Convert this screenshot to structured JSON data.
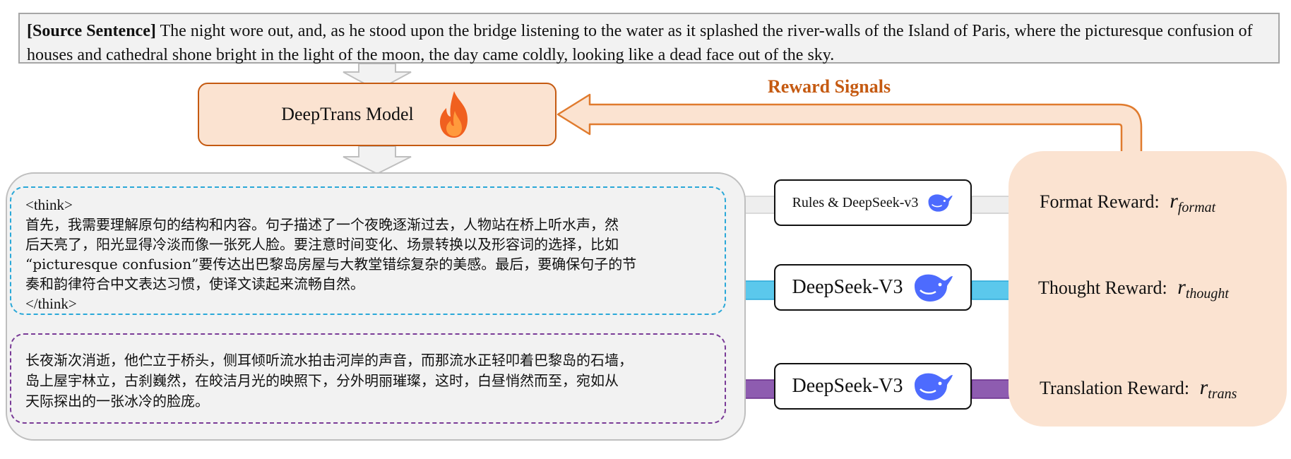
{
  "source": {
    "label": "[Source Sentence]",
    "text": "The night wore out, and, as he stood upon the bridge listening to the water as it splashed the river-walls of the Island of Paris, where the picturesque confusion of houses and cathedral shone bright in the light of the moon, the day came coldly, looking like a dead face out of the sky."
  },
  "model": {
    "label": "DeepTrans Model",
    "icon": "flame-icon"
  },
  "reward_signals_label": "Reward Signals",
  "think": {
    "open_tag": "<think>",
    "line1": "首先，我需要理解原句的结构和内容。句子描述了一个夜晚逐渐过去，人物站在桥上听水声，然",
    "line2": "后天亮了，阳光显得冷淡而像一张死人脸。要注意时间变化、场景转换以及形容词的选择，比如",
    "line3": "“picturesque confusion”要传达出巴黎岛房屋与大教堂错综复杂的美感。最后，要确保句子的节",
    "line4": "奏和韵律符合中文表达习惯，使译文读起来流畅自然。",
    "close_tag": "</think>"
  },
  "translation": {
    "line1": "长夜渐次消逝，他伫立于桥头，侧耳倾听流水拍击河岸的声音，而那流水正轻叩着巴黎岛的石墙，",
    "line2": "岛上屋宇林立，古刹巍然，在皎洁月光的映照下，分外明丽璀璨，这时，白昼悄然而至，宛如从",
    "line3": "天际探出的一张冰冷的脸庞。"
  },
  "judges": [
    {
      "label": "Rules & DeepSeek-v3",
      "icon": "deepseek-whale-icon"
    },
    {
      "label": "DeepSeek-V3",
      "icon": "deepseek-whale-icon"
    },
    {
      "label": "DeepSeek-V3",
      "icon": "deepseek-whale-icon"
    }
  ],
  "rewards": [
    {
      "label": "Format Reward:",
      "symbol": "r",
      "subscript": "format"
    },
    {
      "label": "Thought Reward:",
      "symbol": "r",
      "subscript": "thought"
    },
    {
      "label": "Translation Reward:",
      "symbol": "r",
      "subscript": "trans"
    }
  ],
  "colors": {
    "model_fill": "#fbe3d1",
    "model_border": "#c55a11",
    "reward_arrow": "#e07b2e",
    "think_border": "#2aa8d8",
    "translation_border": "#7a3b97",
    "thought_arrow": "#5bc8ec",
    "translation_arrow": "#8e5cb0",
    "format_arrow": "#eeeeee",
    "whale": "#4d6bfe"
  }
}
